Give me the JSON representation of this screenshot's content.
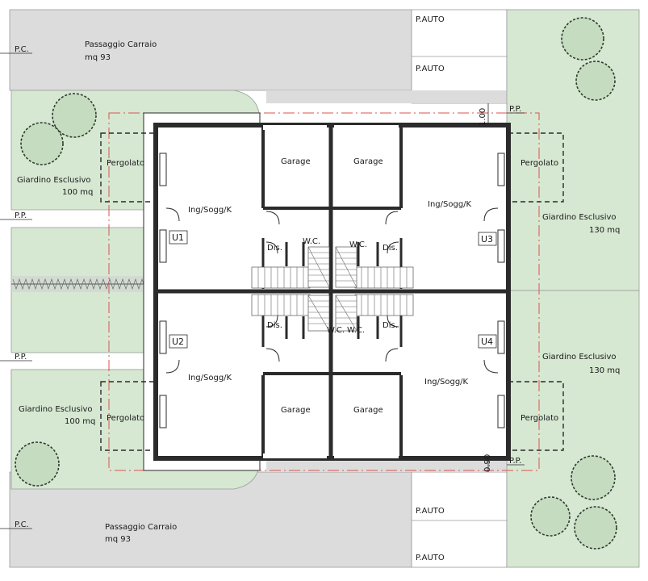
{
  "colors": {
    "paving": "#dcdcdc",
    "garden": "#d6e8d2",
    "parking": "#ffffff",
    "wall": "#2b2b2b",
    "property_line": "#d9534f",
    "tree_fill": "#c6dcc0",
    "tree_stroke": "#2d3a2d"
  },
  "labels": {
    "pc_top": "P.C.",
    "pc_bottom": "P.C.",
    "pp_left_upper": "P.P.",
    "pp_left_lower": "P.P.",
    "pp_right_top": "P.P.",
    "pp_right_bottom": "P.P.",
    "dim_top": "1.00",
    "dim_bottom": "0.90",
    "passaggio_top": "Passaggio Carraio",
    "passaggio_top_area": "mq 93",
    "passaggio_bottom": "Passaggio Carraio",
    "passaggio_bottom_area": "mq 93",
    "p_auto": [
      "P.AUTO",
      "P.AUTO",
      "P.AUTO",
      "P.AUTO"
    ],
    "garden_tl_1": "Giardino Esclusivo",
    "garden_tl_2": "100 mq",
    "garden_bl_1": "Giardino Esclusivo",
    "garden_bl_2": "100 mq",
    "garden_tr_1": "Giardino Esclusivo",
    "garden_tr_2": "130 mq",
    "garden_br_1": "Giardino Esclusivo",
    "garden_br_2": "130 mq",
    "pergolato": [
      "Pergolato",
      "Pergolato",
      "Pergolato",
      "Pergolato"
    ],
    "garage": [
      "Garage",
      "Garage",
      "Garage",
      "Garage"
    ],
    "living": [
      "Ing/Sogg/K",
      "Ing/Sogg/K",
      "Ing/Sogg/K",
      "Ing/Sogg/K"
    ],
    "wc": [
      "W.C.",
      "W.C.",
      "W.C.",
      "W.C."
    ],
    "dis": [
      "Dis.",
      "Dis.",
      "Dis.",
      "Dis."
    ],
    "units": [
      "U1",
      "U2",
      "U3",
      "U4"
    ]
  }
}
